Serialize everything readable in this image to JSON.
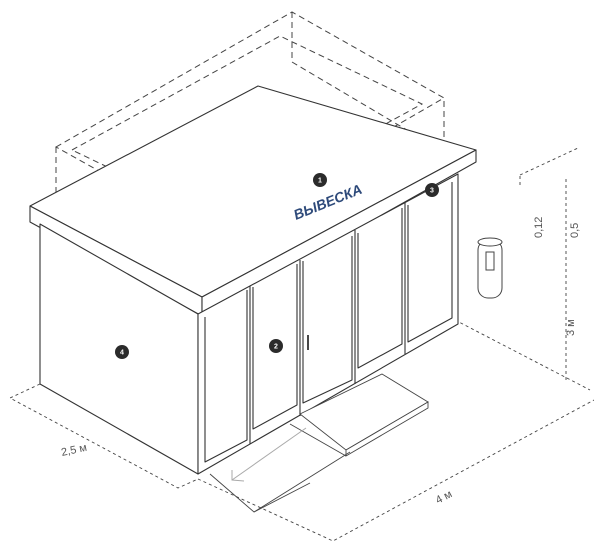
{
  "sign": {
    "text": "ВЫВЕСКА",
    "color": "#2e4a7a"
  },
  "markers": [
    {
      "label": "1"
    },
    {
      "label": "2"
    },
    {
      "label": "3"
    },
    {
      "label": "4"
    }
  ],
  "dimensions": {
    "depth": "2,5 м",
    "width": "4 м",
    "height": "3 м",
    "roof": "0,12",
    "sign": "0,5"
  },
  "colors": {
    "line": "#333333",
    "dash": "#444444",
    "marker_bg": "#2b2b2b"
  }
}
